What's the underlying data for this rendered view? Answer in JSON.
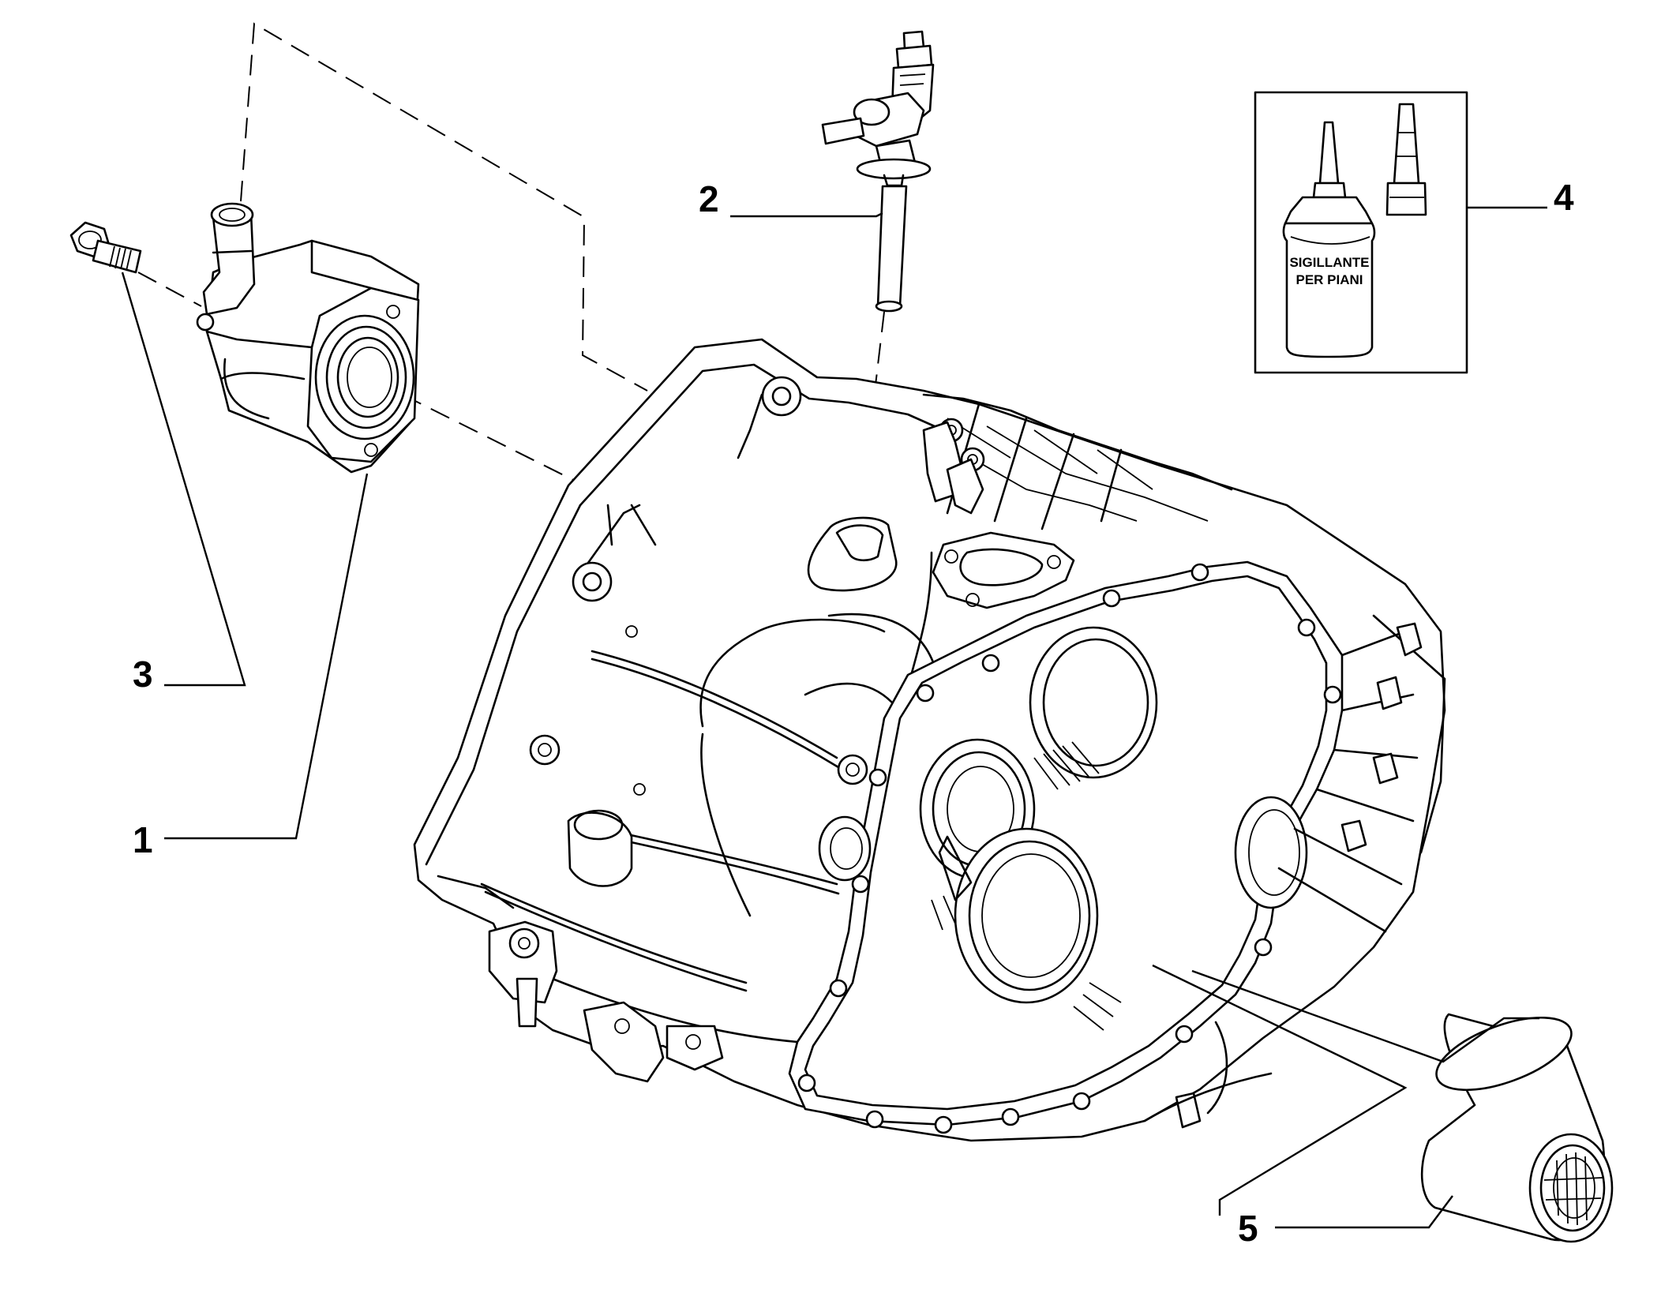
{
  "callouts": [
    {
      "id": "1",
      "label": "1"
    },
    {
      "id": "2",
      "label": "2"
    },
    {
      "id": "3",
      "label": "3"
    },
    {
      "id": "4",
      "label": "4"
    },
    {
      "id": "5",
      "label": "5"
    }
  ],
  "sealant_label": {
    "line1": "SIGILLANTE",
    "line2": "PER PIANI"
  },
  "colors": {
    "ink": "#000000",
    "paper": "#ffffff"
  }
}
